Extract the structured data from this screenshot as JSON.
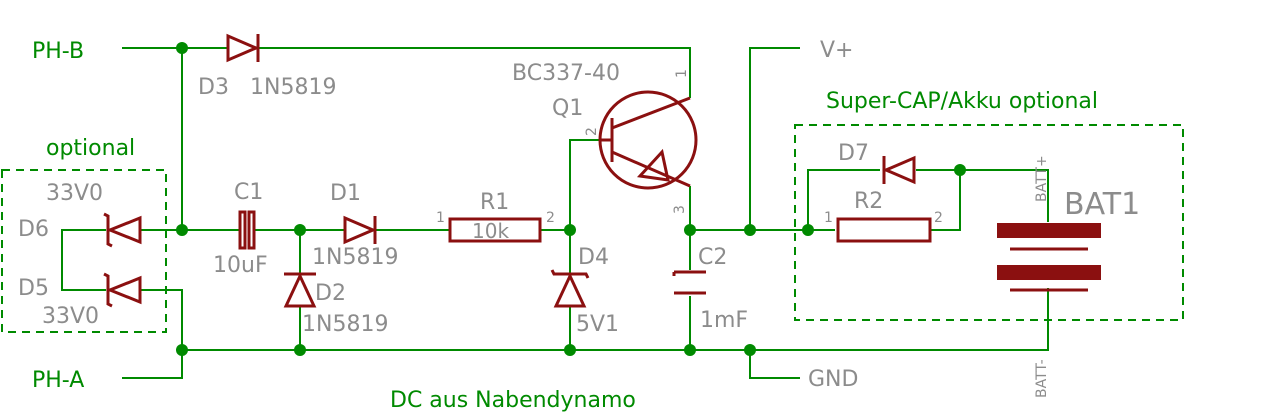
{
  "nets": {
    "ph_b": "PH-B",
    "ph_a": "PH-A",
    "vplus": "V+",
    "gnd": "GND"
  },
  "notes": {
    "optional": "optional",
    "supercap": "Super-CAP/Akku optional",
    "dc_source": "DC aus Nabendynamo"
  },
  "parts": {
    "d3": {
      "name": "D3",
      "value": "1N5819"
    },
    "q1": {
      "name": "Q1",
      "value": "BC337-40",
      "pin1": "1",
      "pin2": "2",
      "pin3": "3"
    },
    "c1": {
      "name": "C1",
      "value": "10uF"
    },
    "d1": {
      "name": "D1",
      "value": "1N5819"
    },
    "r1": {
      "name": "R1",
      "value": "10k",
      "pin1": "1",
      "pin2": "2"
    },
    "d4": {
      "name": "D4",
      "value": "5V1"
    },
    "c2": {
      "name": "C2",
      "value": "1mF"
    },
    "d2": {
      "name": "D2",
      "value": "1N5819"
    },
    "d6": {
      "name": "D6",
      "value": "33V0"
    },
    "d5": {
      "name": "D5",
      "value": "33V0"
    },
    "d7": {
      "name": "D7"
    },
    "r2": {
      "name": "R2",
      "pin1": "1",
      "pin2": "2"
    },
    "bat1": {
      "name": "BAT1",
      "plus": "BATT+",
      "minus": "BATT-"
    }
  },
  "colors": {
    "wire": "#008a00",
    "component": "#8b1010",
    "label": "#8c8c8c"
  }
}
